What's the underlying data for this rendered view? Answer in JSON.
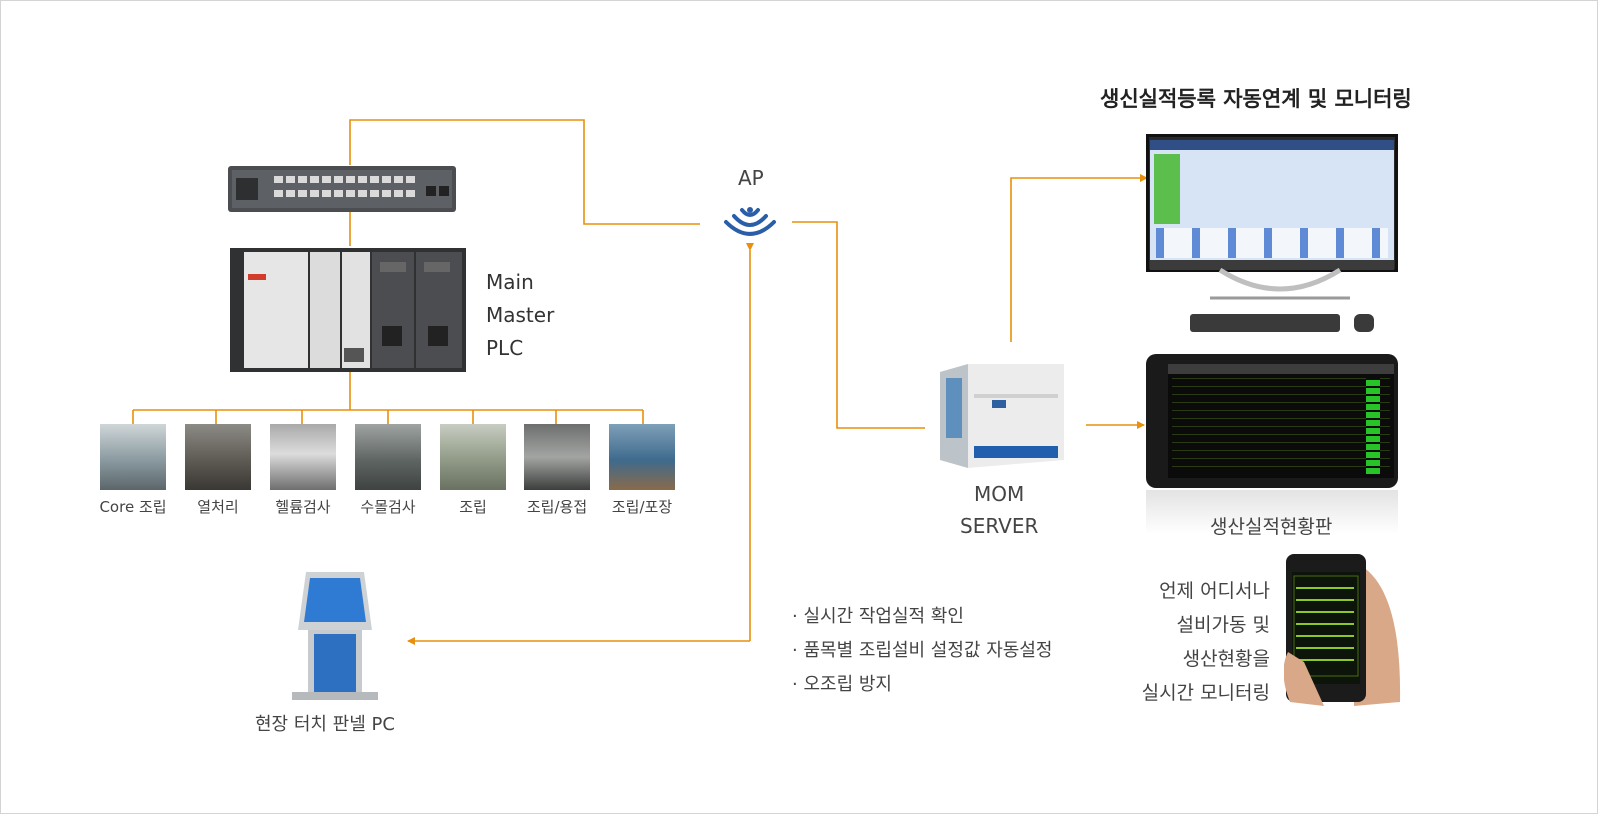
{
  "title": "생신실적등록 자동연계 및 모니터링",
  "plc": {
    "line1": "Main",
    "line2": "Master",
    "line3": "PLC"
  },
  "ap": {
    "label": "AP"
  },
  "server": {
    "line1": "MOM",
    "line2": "SERVER"
  },
  "stations": [
    {
      "label": "Core 조립"
    },
    {
      "label": "열처리"
    },
    {
      "label": "헬륨검사"
    },
    {
      "label": "수몰검사"
    },
    {
      "label": "조립"
    },
    {
      "label": "조립/용접"
    },
    {
      "label": "조립/포장"
    }
  ],
  "touch_panel": {
    "label": "현장 터치 판넬 PC"
  },
  "features": [
    {
      "text": "· 실시간 작업실적 확인"
    },
    {
      "text": "· 품목별 조립설비 설정값 자동설정"
    },
    {
      "text": "· 오조립 방지"
    }
  ],
  "dashboard": {
    "label": "생산실적현황판"
  },
  "mobile": {
    "line1": "언제 어디서나",
    "line2": "설비가동 및",
    "line3": "생산현황을",
    "line4": "실시간 모니터링"
  },
  "colors": {
    "wire": "#e8900c",
    "wifi": "#2a5ea8",
    "text": "#444444"
  }
}
